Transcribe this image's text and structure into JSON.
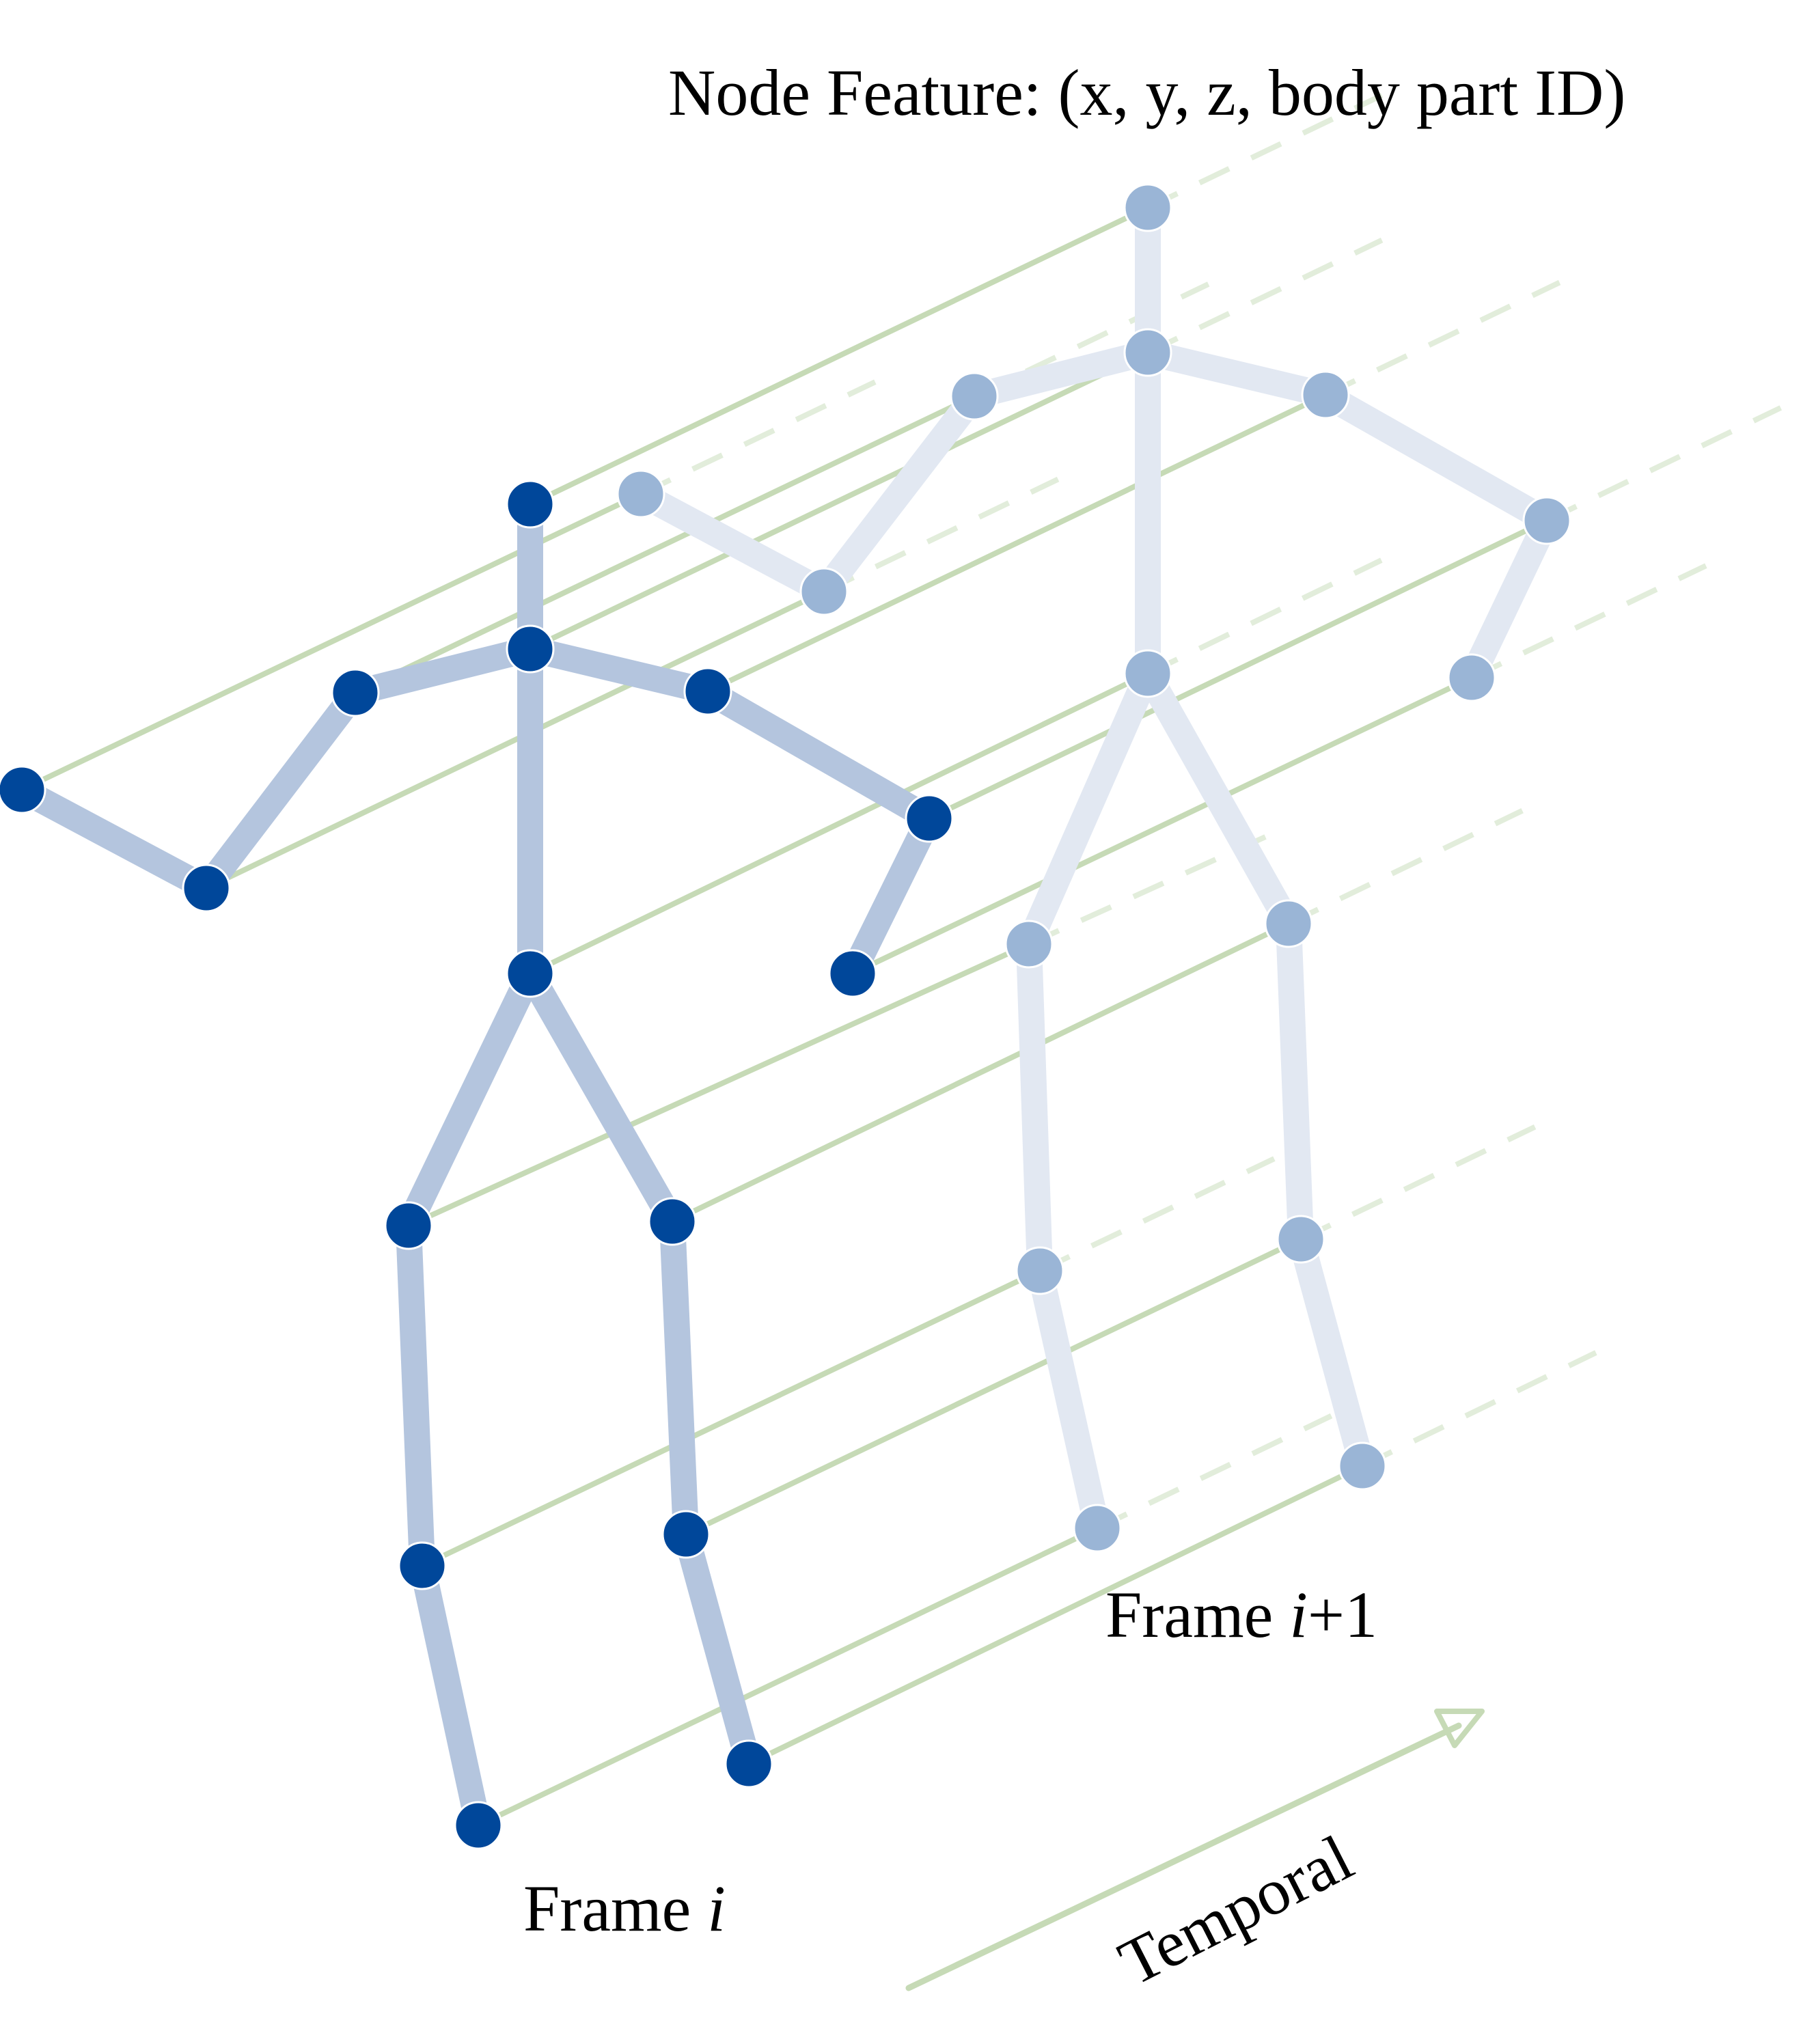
{
  "title": "Node Feature: (x, y, z, body part ID)",
  "frame_i_label": {
    "prefix": "Frame ",
    "var": "i",
    "suffix": ""
  },
  "frame_i1_label": {
    "prefix": "Frame ",
    "var": "i",
    "suffix": "+1"
  },
  "temporal_label": "Temporal",
  "colors": {
    "frame_i_joint": "#00479a",
    "frame_i_bone": "#b4c5de",
    "frame_i1_joint": "#9ab5d6",
    "frame_i1_bone": "#e2e8f2",
    "temporal_line": "#c6dab6",
    "temporal_dash": "#e2eddb",
    "temporal_arrow": "#c6dab6"
  },
  "skeleton": {
    "joints": [
      "head",
      "neck",
      "right-shoulder",
      "right-elbow",
      "right-hand",
      "left-shoulder",
      "left-elbow",
      "left-hand",
      "pelvis",
      "right-hip",
      "right-knee",
      "right-foot",
      "left-hip",
      "left-knee",
      "left-foot"
    ],
    "bones": [
      [
        "head",
        "neck"
      ],
      [
        "neck",
        "right-shoulder"
      ],
      [
        "right-shoulder",
        "right-elbow"
      ],
      [
        "right-elbow",
        "right-hand"
      ],
      [
        "neck",
        "left-shoulder"
      ],
      [
        "left-shoulder",
        "left-elbow"
      ],
      [
        "left-elbow",
        "left-hand"
      ],
      [
        "neck",
        "pelvis"
      ],
      [
        "pelvis",
        "right-hip"
      ],
      [
        "right-hip",
        "right-knee"
      ],
      [
        "right-knee",
        "right-foot"
      ],
      [
        "pelvis",
        "left-hip"
      ],
      [
        "left-hip",
        "left-knee"
      ],
      [
        "left-knee",
        "left-foot"
      ]
    ]
  }
}
